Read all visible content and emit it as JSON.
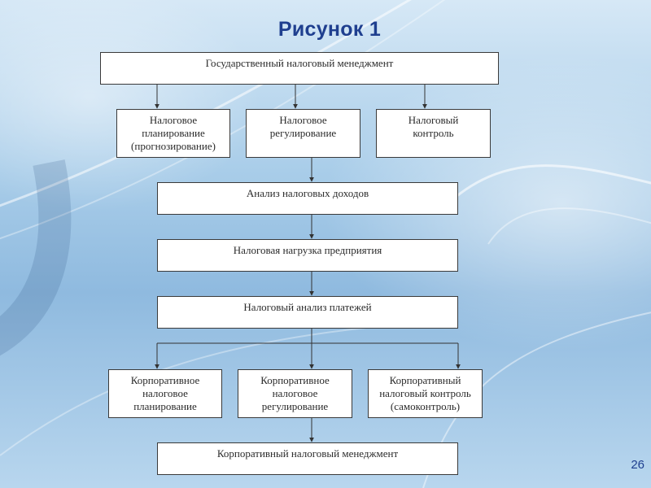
{
  "slide": {
    "title": "Рисунок 1",
    "page_number": "26"
  },
  "boxes": {
    "state_management": "Государственный налоговый менеджмент",
    "tax_planning": "Налоговое\nпланирование\n(прогнозирование)",
    "tax_regulation": "Налоговое\nрегулирование",
    "tax_control": "Налоговый\nконтроль",
    "tax_revenue_analysis": "Анализ налоговых доходов",
    "tax_burden": "Налоговая нагрузка предприятия",
    "tax_payment_analysis": "Налоговый анализ платежей",
    "corp_planning": "Корпоративное\nналоговое\nпланирование",
    "corp_regulation": "Корпоративное\nналоговое\nрегулирование",
    "corp_control": "Корпоративный\nналоговый контроль\n(самоконтроль)",
    "corp_management": "Корпоративный налоговый менеджмент"
  }
}
